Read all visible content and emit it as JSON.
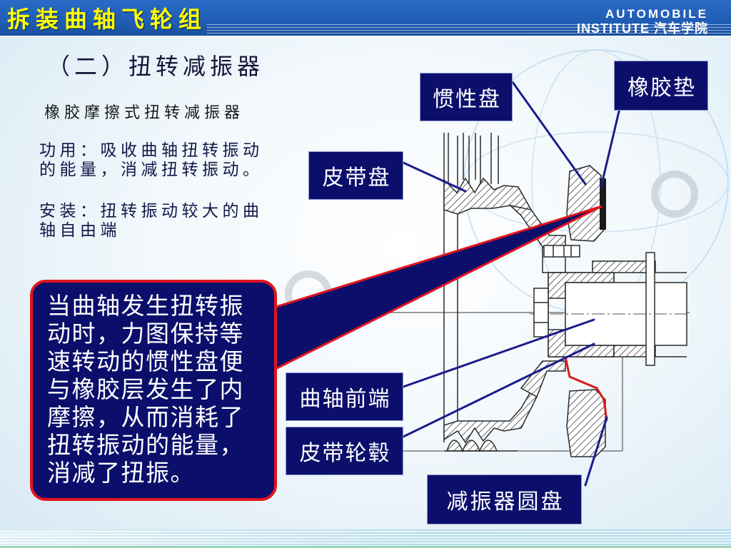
{
  "header": {
    "title": "拆装曲轴飞轮组",
    "logo_line1": "AUTOMOBILE",
    "logo_line2": "INSTITUTE 汽车学院"
  },
  "slide": {
    "subtitle": "（二）扭转减振器",
    "damper_type": "橡胶摩擦式扭转减振器",
    "function_lines": [
      "功用：吸收曲轴扭转振动",
      "的能量，消减扭转振动。"
    ],
    "install_lines": [
      "安装：扭转振动较大的曲",
      "轴自由端"
    ],
    "callout_lines": [
      "当曲轴发生扭转振",
      "动时，力图保持等",
      "速转动的惯性盘便",
      "与橡胶层发生了内",
      "摩擦，从而消耗了",
      "扭转振动的能量，",
      "消减了扭振。"
    ]
  },
  "labels": {
    "inertia_disk": "惯性盘",
    "rubber_pad": "橡胶垫",
    "pulley": "皮带盘",
    "crankshaft_front": "曲轴前端",
    "pulley_hub": "皮带轮毂",
    "damper_disc": "减振器圆盘"
  },
  "colors": {
    "header_blue": "#1f5cb3",
    "title_yellow": "#ffff00",
    "label_navy": "#0b0f6b",
    "callout_red": "#e3141c",
    "leader_navy": "#1c1c8c",
    "rubber_red": "#d91a1a"
  }
}
